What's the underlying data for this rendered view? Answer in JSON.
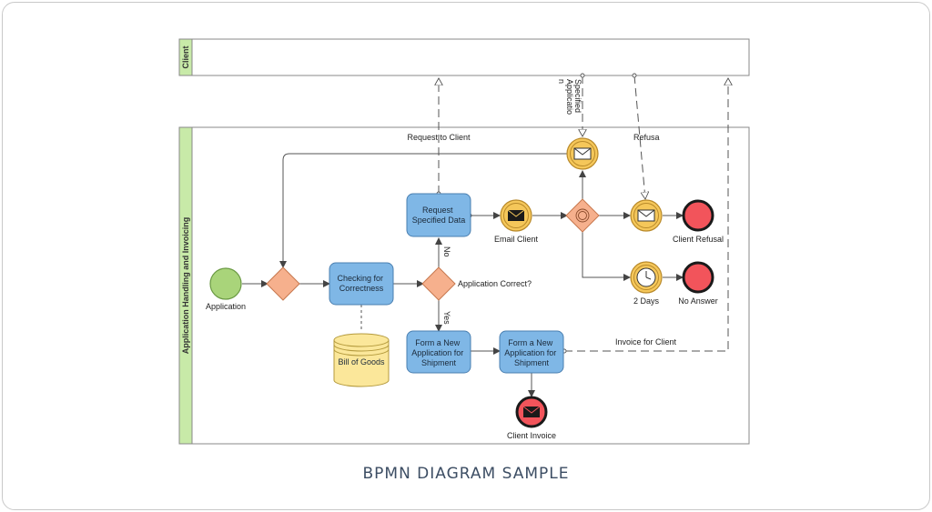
{
  "lanes": {
    "client": "Client",
    "process": "Application Handling and Invoicing"
  },
  "tasks": {
    "checking": [
      "Checking for",
      "Correctness"
    ],
    "request": [
      "Request",
      "Specified Data"
    ],
    "form_new_1": [
      "Form a New",
      "Application for",
      "Shipment"
    ],
    "form_new_2": [
      "Form a New",
      "Application for",
      "Shipment"
    ]
  },
  "data_store": "Bill of Goods",
  "events": {
    "application": "Application",
    "email_client": "Email Client",
    "client_refusal": "Client Refusal",
    "two_days": "2 Days",
    "no_answer": "No Answer",
    "client_invoice": "Client Invoice"
  },
  "gateways": {
    "application_correct": "Application Correct?"
  },
  "flows": {
    "no": "No",
    "yes": "Yes",
    "request_to_client": "Request to Client",
    "specified_application": [
      "Specified",
      "Applicatio",
      "n"
    ],
    "refusal": "Refusa",
    "invoice_for_client": "Invoice for Client"
  },
  "caption": "BPMN DIAGRAM SAMPLE",
  "colors": {
    "task_fill": "#7fb7e6",
    "task_stroke": "#4a7fb0",
    "gateway_fill": "#f6b08d",
    "start_fill": "#a9d47a",
    "end_fill": "#f2545b",
    "intermediate_fill": "#f5c75a",
    "lane_header": "#c8eaa8",
    "store_fill": "#fbe79a"
  }
}
